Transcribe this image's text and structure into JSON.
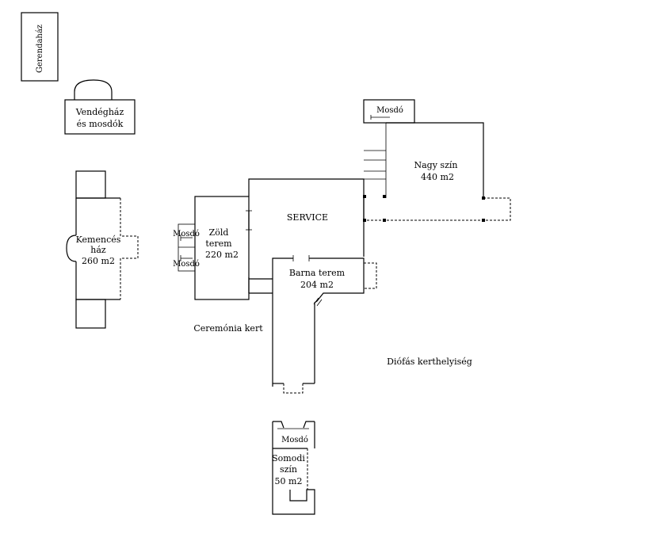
{
  "labels": {
    "gerendahaz": "Gerendaház",
    "vendeghaz_1": "Vendégház",
    "vendeghaz_2": "és mosdók",
    "kemences_1": "Kemencés",
    "kemences_2": "ház",
    "kemences_3": "260 m2",
    "mosdo_zold_top": "Mosdó",
    "mosdo_zold_bottom": "Mosdó",
    "zold_1": "Zöld",
    "zold_2": "terem",
    "zold_3": "220 m2",
    "service": "SERVICE",
    "barna_1": "Barna terem",
    "barna_2": "204 m2",
    "mosdo_nagy": "Mosdó",
    "nagy_1": "Nagy szín",
    "nagy_2": "440 m2",
    "ceremonia": "Ceremónia kert",
    "diofas": "Diófás kerthelyiség",
    "mosdo_somodi": "Mosdó",
    "somodi_1": "Somodi",
    "somodi_2": "szín",
    "somodi_3": "50 m2"
  }
}
